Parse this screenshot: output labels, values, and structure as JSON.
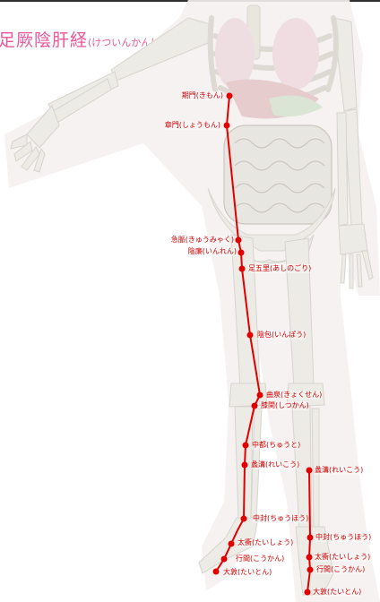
{
  "title": {
    "main": "足厥陰肝経",
    "reading": "(けついんかんけい)"
  },
  "colors": {
    "meridian": "#e00000",
    "title": "#e8579a",
    "bone": "#ecebe6",
    "halo": "#f4eeee"
  },
  "points": {
    "kimon": "期門(きもん)",
    "shomon": "章門(しょうもん)",
    "kyumyaku": "急脈(きゅうみゃく)",
    "inren": "陰廉(いんれん)",
    "ashigori": "足五里(あしのごり)",
    "inpo": "陰包(いんぽう)",
    "kyokusen": "曲泉(きょくせん)",
    "shitsukan": "膝関(しつかん)",
    "chuto": "中都(ちゅうと)",
    "reiko_a": "蠡溝(れいこう)",
    "reiko_b": "蠡溝(れいこう)",
    "chuho_a": "中封(ちゅうほう)",
    "chuho_b": "中封(ちゅうほう)",
    "taisho_a": "太衝(たいしょう)",
    "taisho_b": "太衝(たいしょう)",
    "kokan_a": "行間(こうかん)",
    "kokan_b": "行間(こうかん)",
    "taiton_a": "大敦(たいとん)",
    "taiton_b": "大敦(たいとん)"
  }
}
